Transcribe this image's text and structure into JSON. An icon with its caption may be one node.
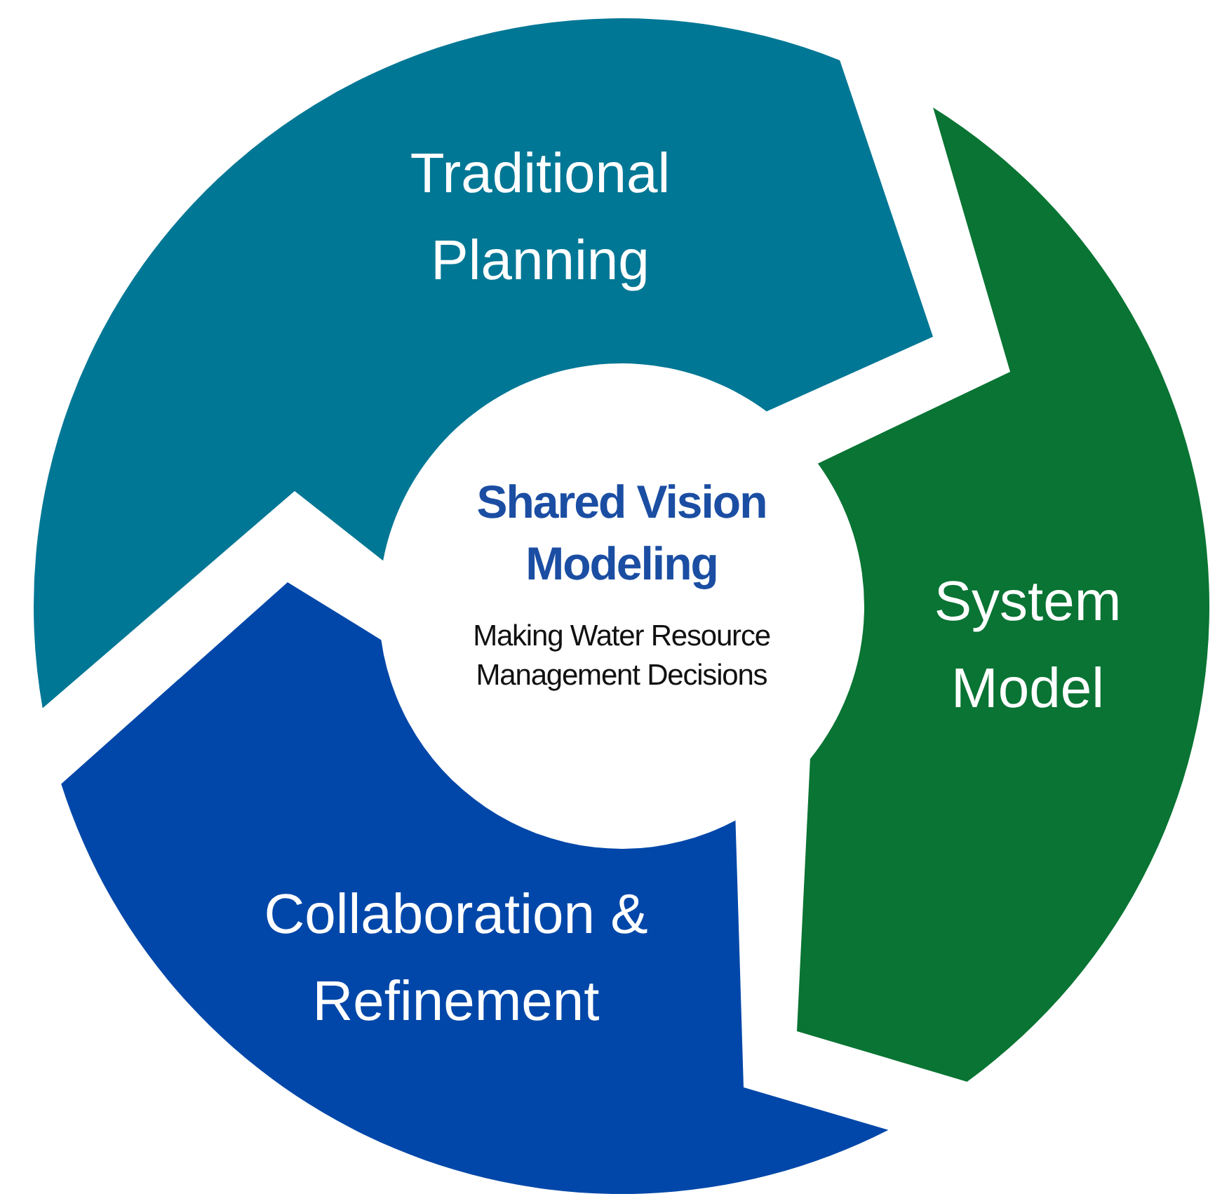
{
  "diagram": {
    "nodes": [
      {
        "text": [
          "Shared Vision Modeling",
          "Making Water Resource Management Decisions"
        ]
      },
      {
        "text": [
          "Traditional Planning"
        ]
      },
      {
        "text": [
          "System Model"
        ]
      },
      {
        "text": [
          "Collaboration & Refinement"
        ]
      }
    ]
  }
}
